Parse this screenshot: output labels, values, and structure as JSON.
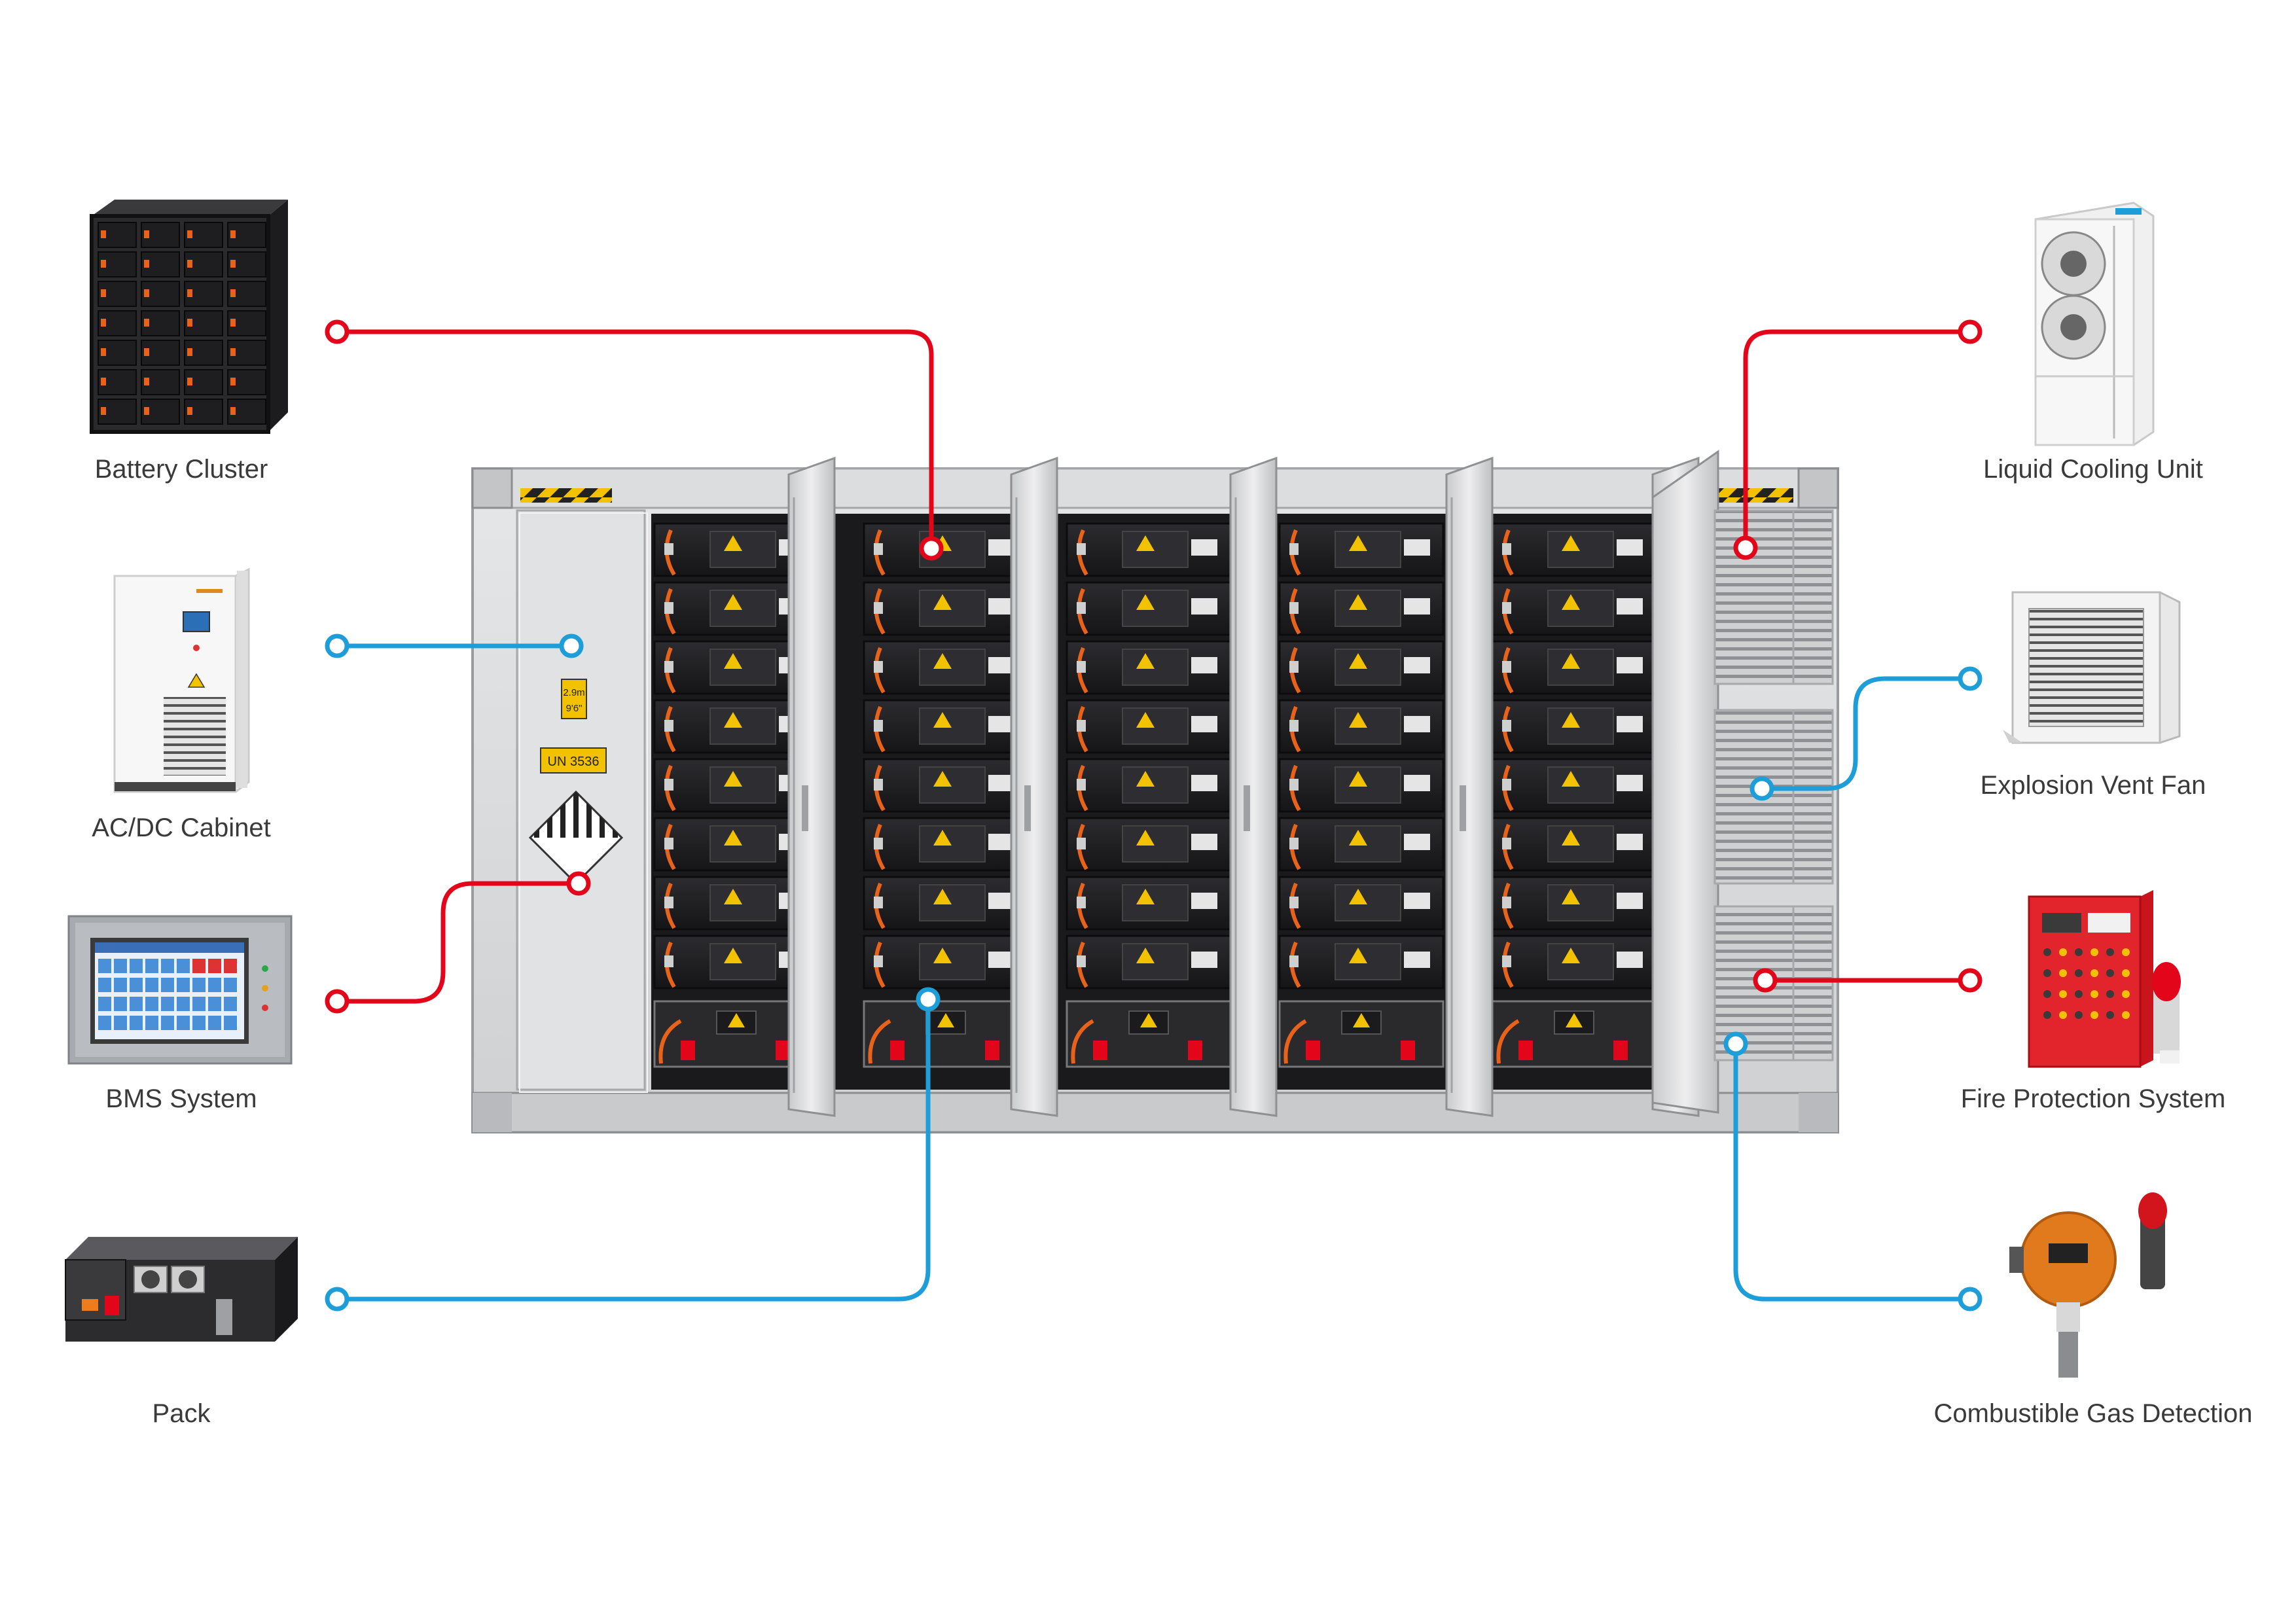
{
  "colors": {
    "background": "#ffffff",
    "connector_red": "#e3061b",
    "connector_blue": "#1e9ed8",
    "label_text": "#3a3a3a",
    "container_body": "#d9dadb",
    "battery_module": "#1f1f22",
    "warning_yellow": "#f2c200"
  },
  "container": {
    "markings": {
      "height_mark_line1": "2.9m",
      "height_mark_line2": "9'6\"",
      "un_number": "UN 3536"
    }
  },
  "components": [
    {
      "id": "battery-cluster",
      "label": "Battery Cluster",
      "side": "left",
      "connector": "red",
      "icon": "battery-cluster-rack-icon"
    },
    {
      "id": "ac-dc-cabinet",
      "label": "AC/DC Cabinet",
      "side": "left",
      "connector": "blue",
      "icon": "ac-dc-cabinet-icon"
    },
    {
      "id": "bms-system",
      "label": "BMS System",
      "side": "left",
      "connector": "red",
      "icon": "bms-touch-panel-icon"
    },
    {
      "id": "pack",
      "label": "Pack",
      "side": "left",
      "connector": "blue",
      "icon": "battery-pack-icon"
    },
    {
      "id": "liquid-cooling-unit",
      "label": "Liquid Cooling Unit",
      "side": "right",
      "connector": "red",
      "icon": "liquid-cooling-unit-icon"
    },
    {
      "id": "explosion-vent-fan",
      "label": "Explosion Vent Fan",
      "side": "right",
      "connector": "blue",
      "icon": "vent-fan-louver-icon"
    },
    {
      "id": "fire-protection-system",
      "label": "Fire Protection System",
      "side": "right",
      "connector": "red",
      "icon": "fire-alarm-panel-icon"
    },
    {
      "id": "combustible-gas-detection",
      "label": "Combustible Gas Detection",
      "side": "right",
      "connector": "blue",
      "icon": "gas-detector-icon"
    }
  ]
}
